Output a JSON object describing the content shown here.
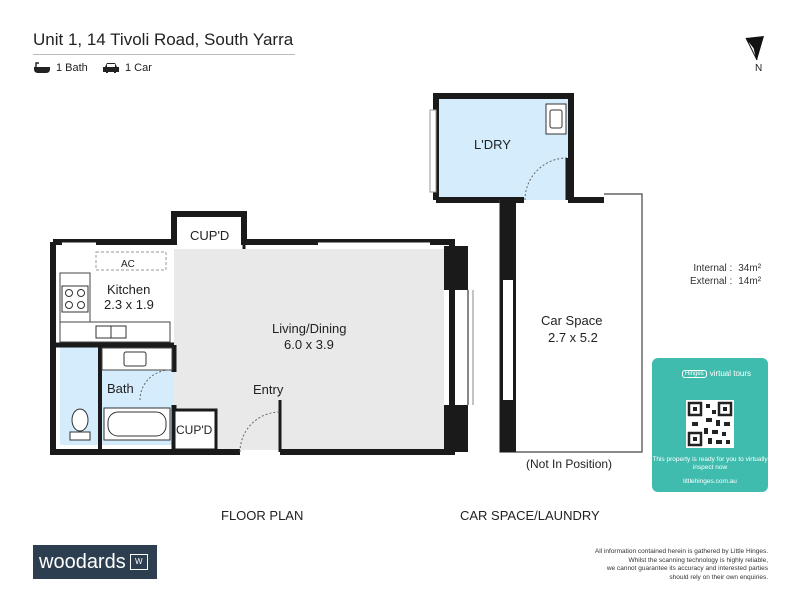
{
  "header": {
    "address": "Unit 1, 14 Tivoli Road, South Yarra",
    "bath": "1 Bath",
    "car": "1 Car",
    "north": "N"
  },
  "rooms": {
    "laundry": "L'DRY",
    "cupboard_top": "CUP'D",
    "ac": "AC",
    "kitchen": "Kitchen",
    "kitchen_dims": "2.3 x 1.9",
    "living": "Living/Dining",
    "living_dims": "6.0 x 3.9",
    "bath": "Bath",
    "entry": "Entry",
    "cupboard_bottom": "CUP'D",
    "car_space": "Car Space",
    "car_space_dims": "2.7 x 5.2",
    "not_in_position": "(Not In Position)"
  },
  "areas": {
    "internal_label": "Internal  :",
    "internal_value": "34m²",
    "external_label": "External  :",
    "external_value": "14m²"
  },
  "virtual_tour": {
    "brand": "Hinges",
    "tag": "virtual tours",
    "message": "This property is ready for you to virtually inspect now",
    "url": "littlehinges.com.au"
  },
  "captions": {
    "floor_plan": "FLOOR PLAN",
    "car_laundry": "CAR SPACE/LAUNDRY"
  },
  "footer": {
    "logo": "woodards",
    "logo_mark": "W",
    "disclaimer_1": "All information contained herein is gathered by Little Hinges.",
    "disclaimer_2": "Whilst the scanning technology is highly reliable,",
    "disclaimer_3": "we cannot guarantee its accuracy and interested parties",
    "disclaimer_4": "should rely on their own enquiries."
  },
  "colors": {
    "wall": "#1a1a1a",
    "wet_area": "#d4ecfb",
    "floor": "#e9e9e9",
    "brand_teal": "#3fbcae",
    "logo_bg": "#2d3e50"
  }
}
